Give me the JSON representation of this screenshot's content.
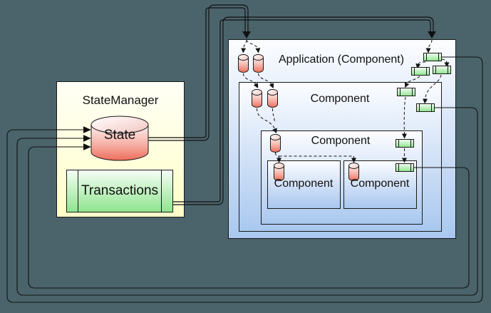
{
  "diagram": {
    "background_color": "#4b646c",
    "line_color": "#111111",
    "state_manager": {
      "title": "StateManager",
      "fill": "#ffffc9",
      "state": {
        "label": "State",
        "icon": "database-cylinder-icon",
        "color": "#ee6e5c"
      },
      "transactions": {
        "label": "Transactions",
        "icon": "predefined-process-icon",
        "color": "#8fe58f"
      }
    },
    "application": {
      "title": "Application (Component)",
      "fill": "#a9c8ef",
      "children": {
        "level1": {
          "label": "Component"
        },
        "level2": {
          "label": "Component"
        },
        "bottom_left": {
          "label": "Component"
        },
        "bottom_right": {
          "label": "Component"
        }
      }
    },
    "connectors": {
      "state_to_application": "double-line pipe with arrow into application",
      "transactions_to_application": "double-line pipe with arrow into application",
      "returns_into_state": 3,
      "propagation_style": "dashed arrows between cylinders and process boxes"
    }
  }
}
